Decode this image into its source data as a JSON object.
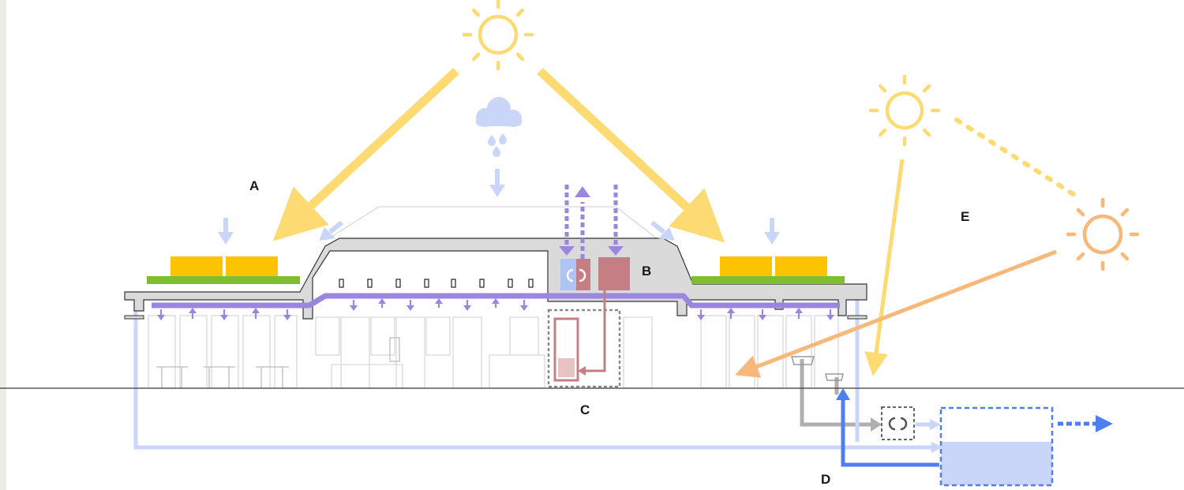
{
  "labels": {
    "a": "A",
    "b": "B",
    "c": "C",
    "d": "D",
    "e": "E"
  },
  "colors": {
    "sun_yellow": "#FDDB72",
    "sun_orange": "#F8B87A",
    "rain_blue": "#C9D6FA",
    "ventilation_purple": "#9B86DF",
    "heat_red": "#C57F84",
    "water_blue": "#4F7EF0",
    "solar_panel": "#FDC200",
    "green_roof": "#7FBE2E",
    "structure_grey": "#DADADA",
    "grey_water": "#AFAFAF"
  },
  "icons": [
    "sun-icon",
    "cloud-icon",
    "raindrop-icon",
    "recycle-icon",
    "solar-panel-icon",
    "water-tank-icon"
  ]
}
